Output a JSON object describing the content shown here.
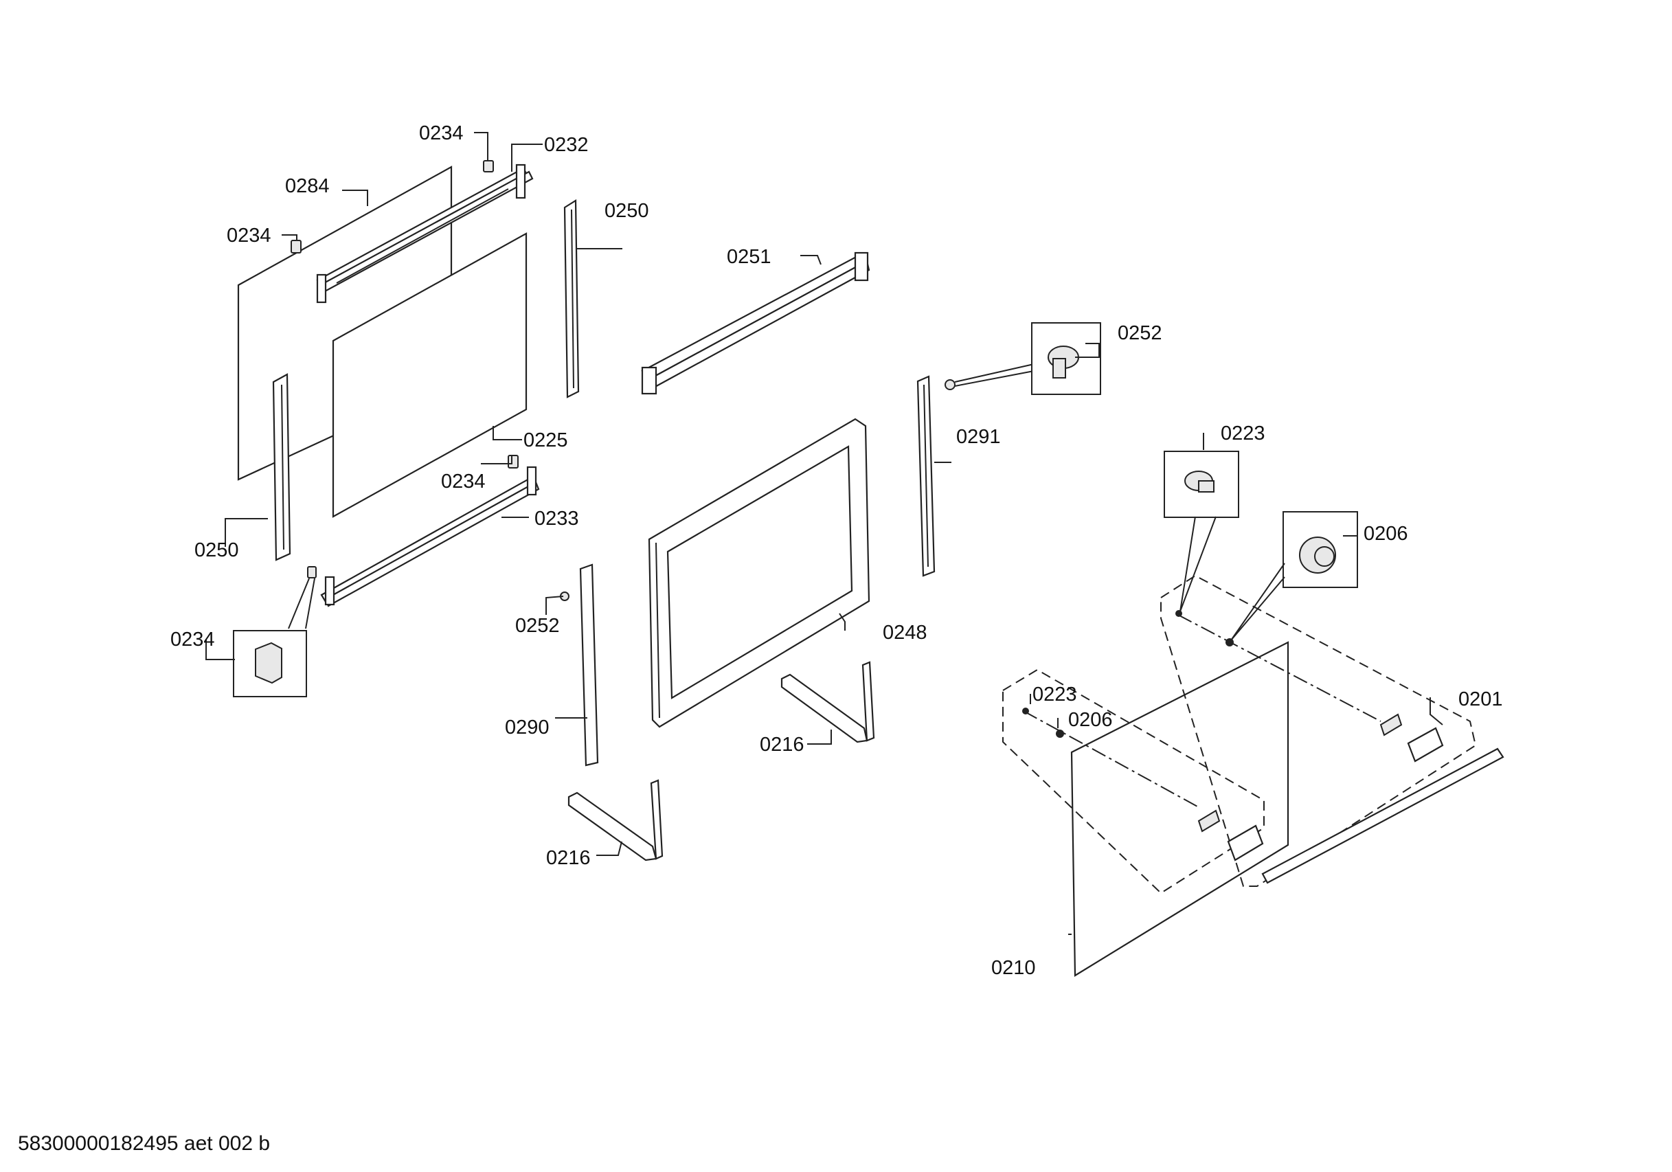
{
  "labels": {
    "l0201": "0201",
    "l0206a": "0206",
    "l0206b": "0206",
    "l0210": "0210",
    "l0216a": "0216",
    "l0216b": "0216",
    "l0223a": "0223",
    "l0223b": "0223",
    "l0225": "0225",
    "l0232": "0232",
    "l0233": "0233",
    "l0234a": "0234",
    "l0234b": "0234",
    "l0234c": "0234",
    "l0234d": "0234",
    "l0248": "0248",
    "l0250a": "0250",
    "l0250b": "0250",
    "l0251": "0251",
    "l0252a": "0252",
    "l0252b": "0252",
    "l0284": "0284",
    "l0290": "0290",
    "l0291": "0291"
  },
  "footer": {
    "doc_id": "58300000182495 aet 002 b"
  }
}
